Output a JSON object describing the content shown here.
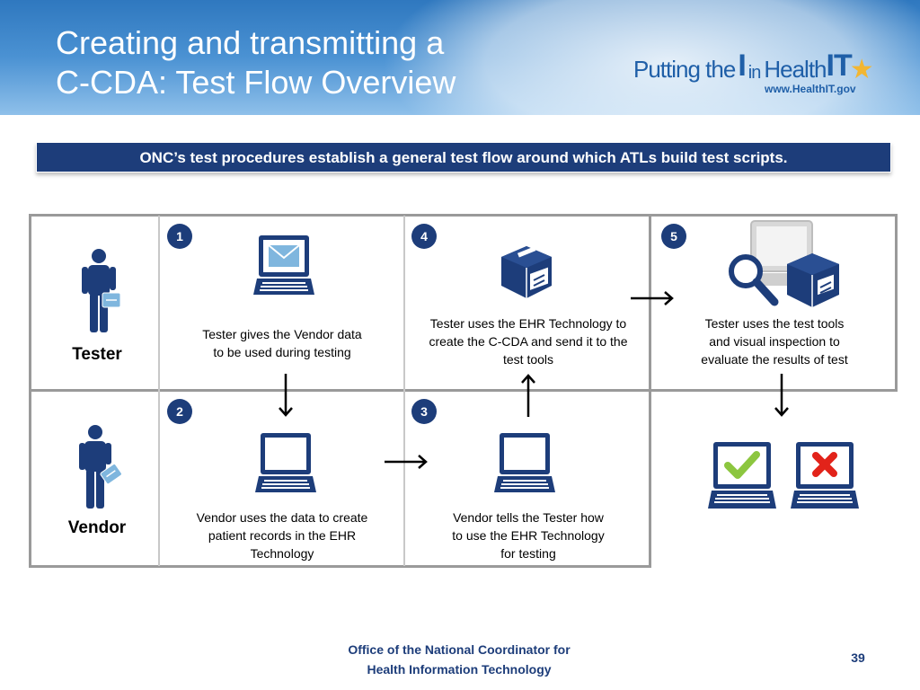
{
  "header": {
    "title_line1": "Creating and transmitting a",
    "title_line2": "C-CDA: Test Flow Overview",
    "logo_prefix": "Putting the",
    "logo_i": "I",
    "logo_in": "in",
    "logo_health": "Health",
    "logo_it": "IT",
    "logo_url": "www.HealthIT.gov"
  },
  "banner": {
    "text": "ONC’s test procedures establish a general test flow around which ATLs build test scripts."
  },
  "roles": {
    "tester": "Tester",
    "vendor": "Vendor"
  },
  "steps": [
    {
      "num": "1",
      "text_lines": [
        "Tester gives the Vendor data",
        "to be used during testing"
      ]
    },
    {
      "num": "2",
      "text_lines": [
        "Vendor uses the data to create",
        "patient records in the EHR",
        "Technology"
      ]
    },
    {
      "num": "3",
      "text_lines": [
        "Vendor tells the Tester how",
        "to use the EHR Technology",
        "for testing"
      ]
    },
    {
      "num": "4",
      "text_lines": [
        "Tester uses the EHR Technology  to",
        "create the C-CDA and send it to the",
        "test tools"
      ]
    },
    {
      "num": "5",
      "text_lines": [
        "Tester uses the test tools",
        "and visual inspection to",
        "evaluate the results of test"
      ]
    }
  ],
  "icons": {
    "step1": "laptop-envelope-icon",
    "step2": "laptop-icon",
    "step3": "laptop-icon",
    "step4": "toolbox-icon",
    "step5": "magnifier-computer-toolbox-icon",
    "pass": "laptop-checkmark-icon",
    "fail": "laptop-x-icon"
  },
  "colors": {
    "navy": "#1d3d7a",
    "check": "#8cc63f",
    "cross": "#e2231a"
  },
  "footer": {
    "org_line1": "Office of the National Coordinator for",
    "org_line2": "Health Information Technology",
    "page": "39"
  }
}
